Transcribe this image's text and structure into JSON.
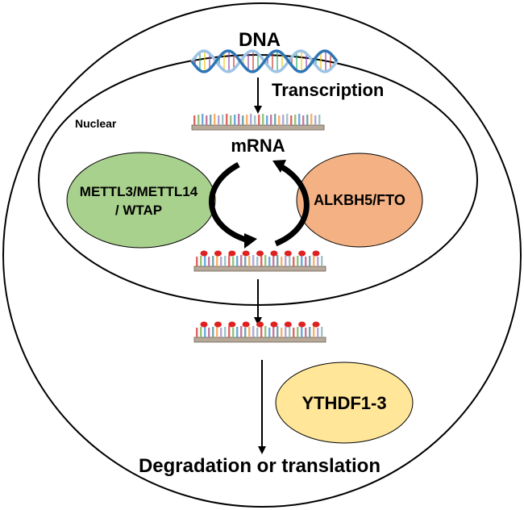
{
  "labels": {
    "dna": "DNA",
    "transcription": "Transcription",
    "nuclear": "Nuclear",
    "mrna": "mRNA",
    "writers_line1": "METTL3/METTL14",
    "writers_line2": "/ WTAP",
    "erasers": "ALKBH5/FTO",
    "readers": "YTHDF1-3",
    "outcome": "Degradation or translation"
  },
  "colors": {
    "writers_fill": "#a9d18e",
    "erasers_fill": "#f4b183",
    "readers_fill": "#ffe699",
    "m6a_mark": "#e02020",
    "dna_strand_a": "#2e75b6",
    "dna_strand_b": "#9dc3e6",
    "outline": "#000000"
  },
  "icons": {
    "dna": "dna-double-helix-icon",
    "mrna": "mrna-strand-icon",
    "methylation": "m6a-methyl-mark-icon",
    "cycle": "circular-arrows-icon"
  }
}
